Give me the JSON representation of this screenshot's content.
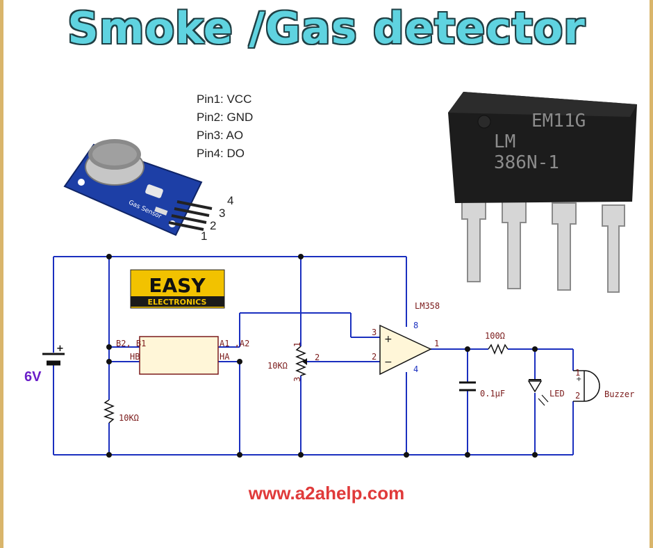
{
  "title": "Smoke /Gas detector",
  "pins": [
    "Pin1: VCC",
    "Pin2: GND",
    "Pin3: AO",
    "Pin4: DO"
  ],
  "sensor": {
    "board_label": "Gas Sensor",
    "pin_numbers": [
      "1",
      "2",
      "3",
      "4"
    ]
  },
  "ic_chip": {
    "line1": "EM11G",
    "line2": "LM",
    "line3": "386N-1"
  },
  "logo": {
    "top": "EASY",
    "bottom": "ELECTRONICS"
  },
  "circuit": {
    "battery": "6V",
    "sensor_pins": {
      "b": "B2, B1",
      "hb": "HB",
      "a": "A1 ,A2",
      "ha": "HA"
    },
    "resistor_bottom": "10KΩ",
    "pot": {
      "value": "10KΩ",
      "p1": "1",
      "p2": "2",
      "p3": "3"
    },
    "opamp": {
      "name": "LM358",
      "pin8": "8",
      "pin3": "3",
      "pin2": "2",
      "pin1": "1",
      "pin4": "4",
      "plus": "+",
      "minus": "−"
    },
    "resistor_out": "100Ω",
    "capacitor": "0.1µF",
    "led": "LED",
    "buzzer": {
      "label": "Buzzer",
      "p1": "1",
      "p2": "2"
    }
  },
  "website": "www.a2ahelp.com",
  "colors": {
    "title": "#5fd3e0",
    "wire": "#1a2fbf",
    "website": "#e03a3a",
    "logo_bg": "#f2c200"
  }
}
